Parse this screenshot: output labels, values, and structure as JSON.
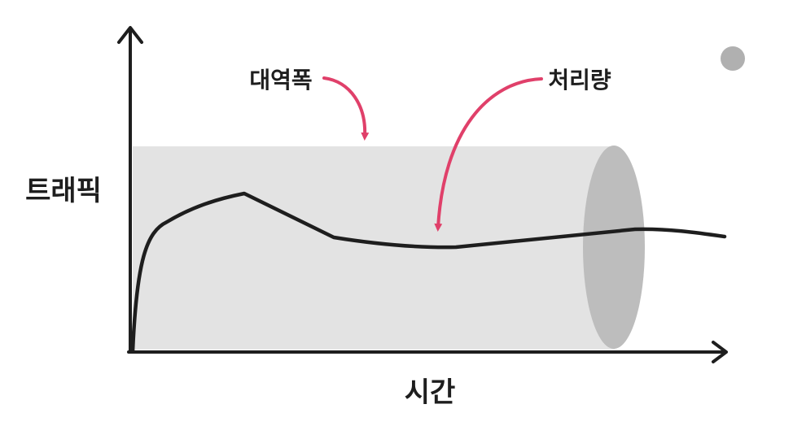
{
  "diagram": {
    "y_axis_label": "트래픽",
    "x_axis_label": "시간",
    "bandwidth_label": "대역폭",
    "throughput_label": "처리량"
  },
  "colors": {
    "pipe_body": "#e3e3e3",
    "pipe_end": "#bdbdbd",
    "axis": "#1e1e1e",
    "traffic_line": "#1e1e1e",
    "callout_arrow": "#e0406a",
    "corner_dot": "#b0b0b0"
  }
}
